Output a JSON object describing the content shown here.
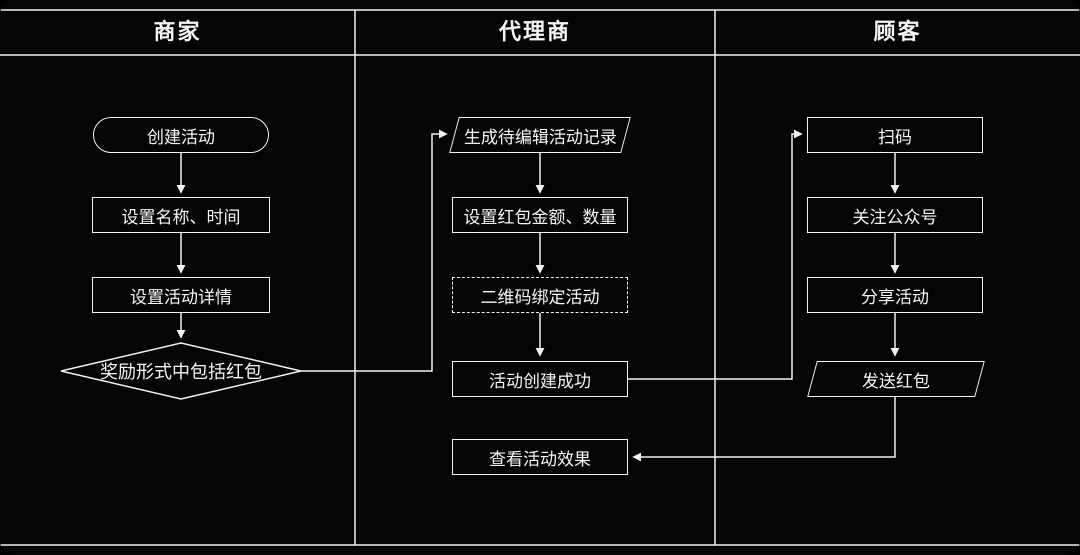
{
  "lanes": [
    {
      "title": "商家"
    },
    {
      "title": "代理商"
    },
    {
      "title": "顾客"
    }
  ],
  "nodes": {
    "create_activity": {
      "label": "创建活动",
      "shape": "stadium",
      "lane": "商家"
    },
    "set_name_time": {
      "label": "设置名称、时间",
      "shape": "rect",
      "lane": "商家"
    },
    "set_detail": {
      "label": "设置活动详情",
      "shape": "rect",
      "lane": "商家"
    },
    "reward_redpacket": {
      "label": "奖励形式中包括红包",
      "shape": "diamond",
      "lane": "商家"
    },
    "generate_record": {
      "label": "生成待编辑活动记录",
      "shape": "parallelogram",
      "lane": "代理商"
    },
    "set_amount": {
      "label": "设置红包金额、数量",
      "shape": "rect",
      "lane": "代理商"
    },
    "qrcode_bind": {
      "label": "二维码绑定活动",
      "shape": "dashed-rect",
      "lane": "代理商"
    },
    "create_success": {
      "label": "活动创建成功",
      "shape": "rect",
      "lane": "代理商"
    },
    "view_results": {
      "label": "查看活动效果",
      "shape": "rect",
      "lane": "代理商"
    },
    "scan_code": {
      "label": "扫码",
      "shape": "rect",
      "lane": "顾客"
    },
    "follow_account": {
      "label": "关注公众号",
      "shape": "rect",
      "lane": "顾客"
    },
    "share_activity": {
      "label": "分享活动",
      "shape": "rect",
      "lane": "顾客"
    },
    "send_redpacket": {
      "label": "发送红包",
      "shape": "parallelogram",
      "lane": "顾客"
    }
  },
  "edges": [
    {
      "from": "create_activity",
      "to": "set_name_time"
    },
    {
      "from": "set_name_time",
      "to": "set_detail"
    },
    {
      "from": "set_detail",
      "to": "reward_redpacket"
    },
    {
      "from": "reward_redpacket",
      "to": "generate_record"
    },
    {
      "from": "generate_record",
      "to": "set_amount"
    },
    {
      "from": "set_amount",
      "to": "qrcode_bind"
    },
    {
      "from": "qrcode_bind",
      "to": "create_success"
    },
    {
      "from": "create_success",
      "to": "scan_code"
    },
    {
      "from": "scan_code",
      "to": "follow_account"
    },
    {
      "from": "follow_account",
      "to": "share_activity"
    },
    {
      "from": "share_activity",
      "to": "send_redpacket"
    },
    {
      "from": "send_redpacket",
      "to": "view_results"
    }
  ],
  "colors": {
    "background": "#050505",
    "line": "#f2f2f2",
    "text": "#f5f5f5"
  }
}
